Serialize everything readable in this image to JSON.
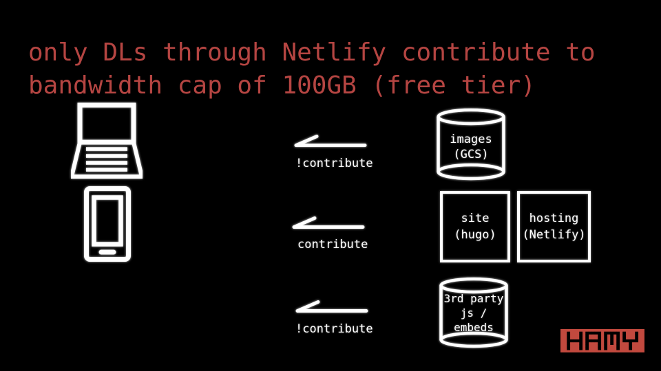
{
  "colors": {
    "background": "#000000",
    "title_red": "#b54542",
    "logo_red": "#c1493e",
    "stroke_white": "#ffffff"
  },
  "title": "only DLs through Netlify contribute to\nbandwidth cap of 100GB (free tier)",
  "devices": [
    {
      "name": "laptop"
    },
    {
      "name": "phone"
    }
  ],
  "flows": [
    {
      "label": "!contribute"
    },
    {
      "label": "contribute"
    },
    {
      "label": "!contribute"
    }
  ],
  "nodes": {
    "images": {
      "shape": "cylinder",
      "label": "images\n(GCS)"
    },
    "site": {
      "shape": "box",
      "label": "site\n(hugo)"
    },
    "hosting": {
      "shape": "box",
      "label": "hosting\n(Netlify)"
    },
    "third_party": {
      "shape": "cylinder",
      "label": "3rd party\njs /\nembeds"
    }
  },
  "logo": {
    "text": "HAMY"
  }
}
